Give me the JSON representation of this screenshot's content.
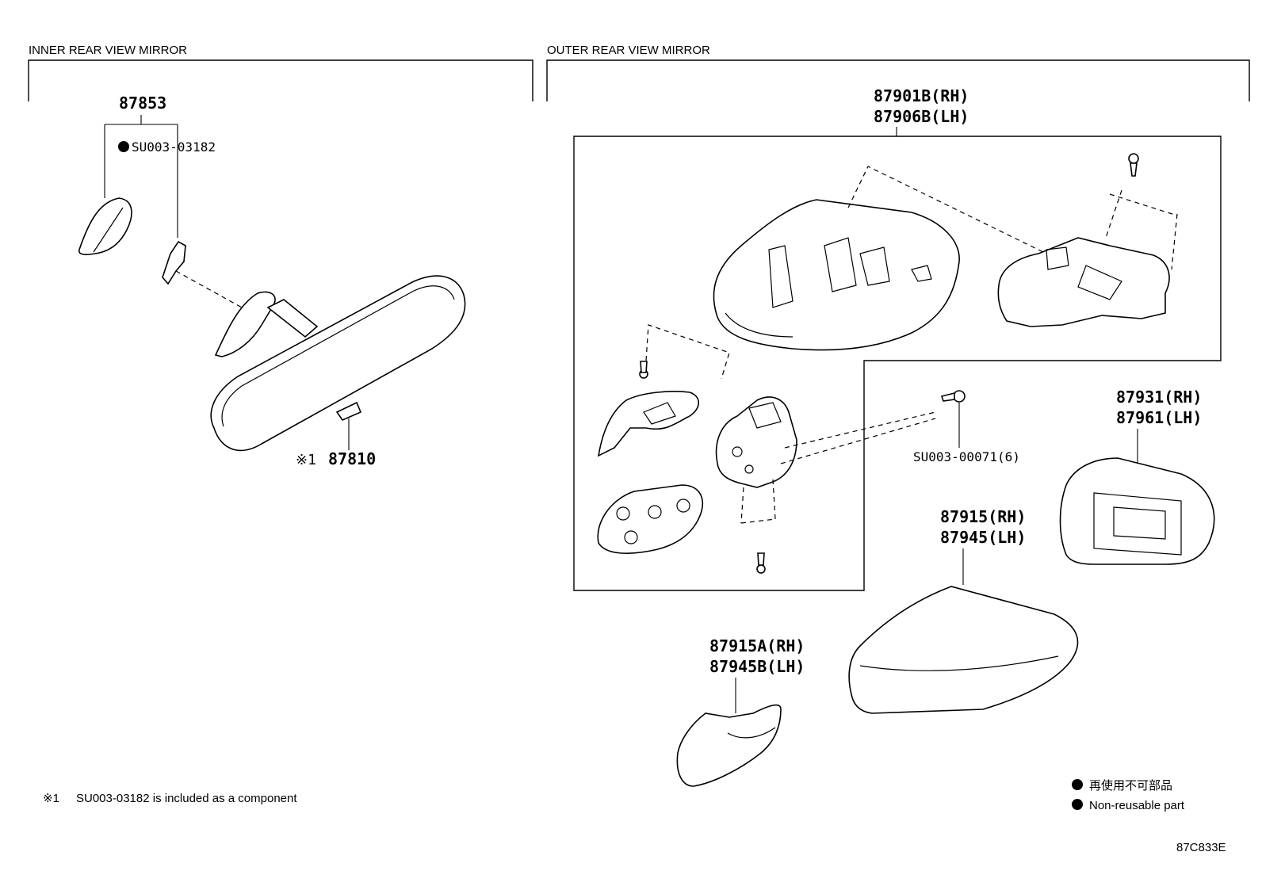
{
  "sections": {
    "inner_title": "INNER REAR VIEW MIRROR",
    "outer_title": "OUTER REAR VIEW MIRROR"
  },
  "parts": {
    "p87853": "87853",
    "pSU003_03182": "SU003-03182",
    "p87810_mark": "※1",
    "p87810": "87810",
    "p87901B": "87901B(RH)",
    "p87906B": "87906B(LH)",
    "pSU003_00071": "SU003-00071(6)",
    "p87931": "87931(RH)",
    "p87961": "87961(LH)",
    "p87915": "87915(RH)",
    "p87945": "87945(LH)",
    "p87915A": "87915A(RH)",
    "p87945B": "87945B(LH)"
  },
  "legend": {
    "jp": "再使用不可部品",
    "en": "Non-reusable part"
  },
  "footnote": {
    "mark": "※1",
    "text": "SU003-03182 is included as a component"
  },
  "diagram_code": "87C833E"
}
